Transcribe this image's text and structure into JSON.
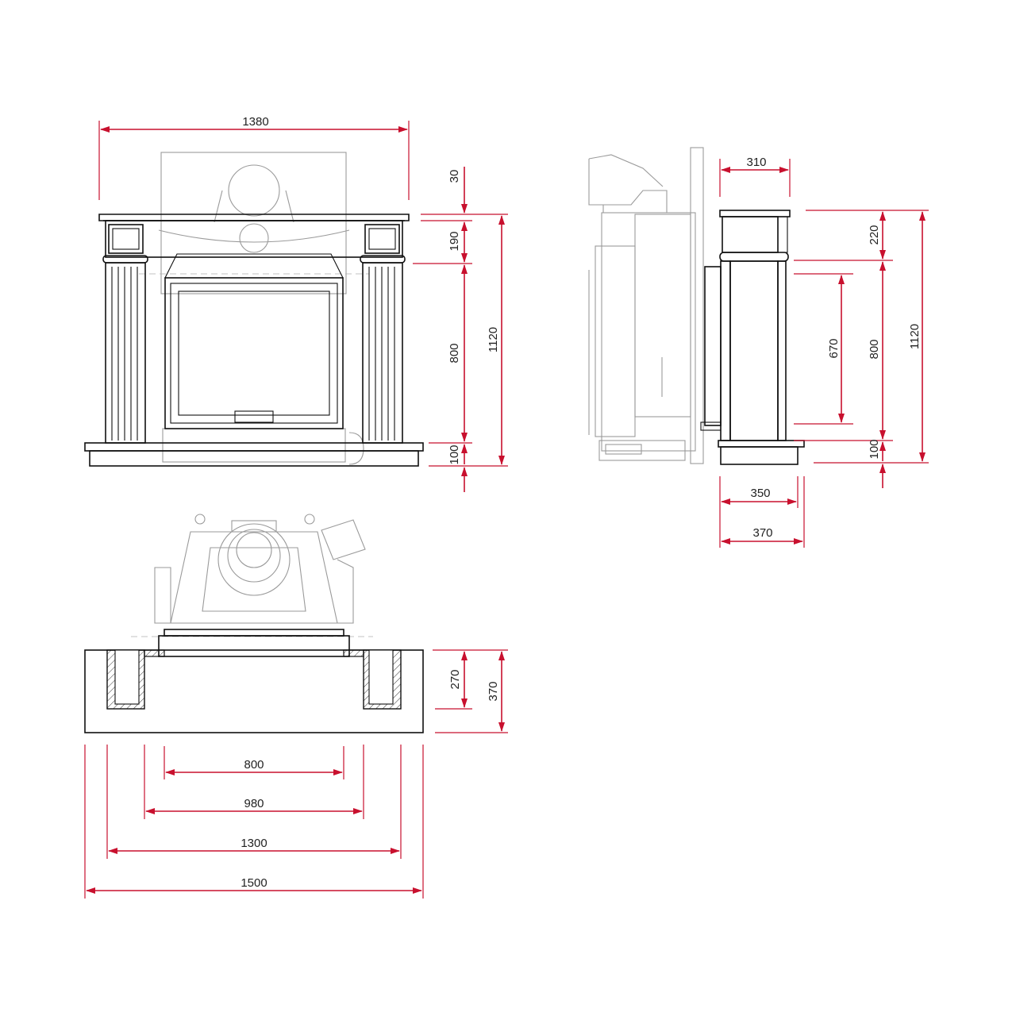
{
  "colors": {
    "dimension": "#c8102e",
    "outline": "#111111",
    "insert_ghost": "#9a9a9a",
    "background": "#ffffff"
  },
  "views": {
    "front": {
      "dim_width_top": "1380",
      "dim_height_30": "30",
      "dim_height_190": "190",
      "dim_height_800": "800",
      "dim_height_100": "100",
      "dim_total_height": "1120"
    },
    "side": {
      "dim_top_depth": "310",
      "dim_height_220": "220",
      "dim_height_670": "670",
      "dim_height_800": "800",
      "dim_height_100": "100",
      "dim_total_height": "1120",
      "dim_depth_350": "350",
      "dim_depth_370": "370"
    },
    "plan": {
      "dim_depth_270": "270",
      "dim_depth_370": "370",
      "dim_width_800": "800",
      "dim_width_980": "980",
      "dim_width_1300": "1300",
      "dim_width_1500": "1500"
    }
  }
}
